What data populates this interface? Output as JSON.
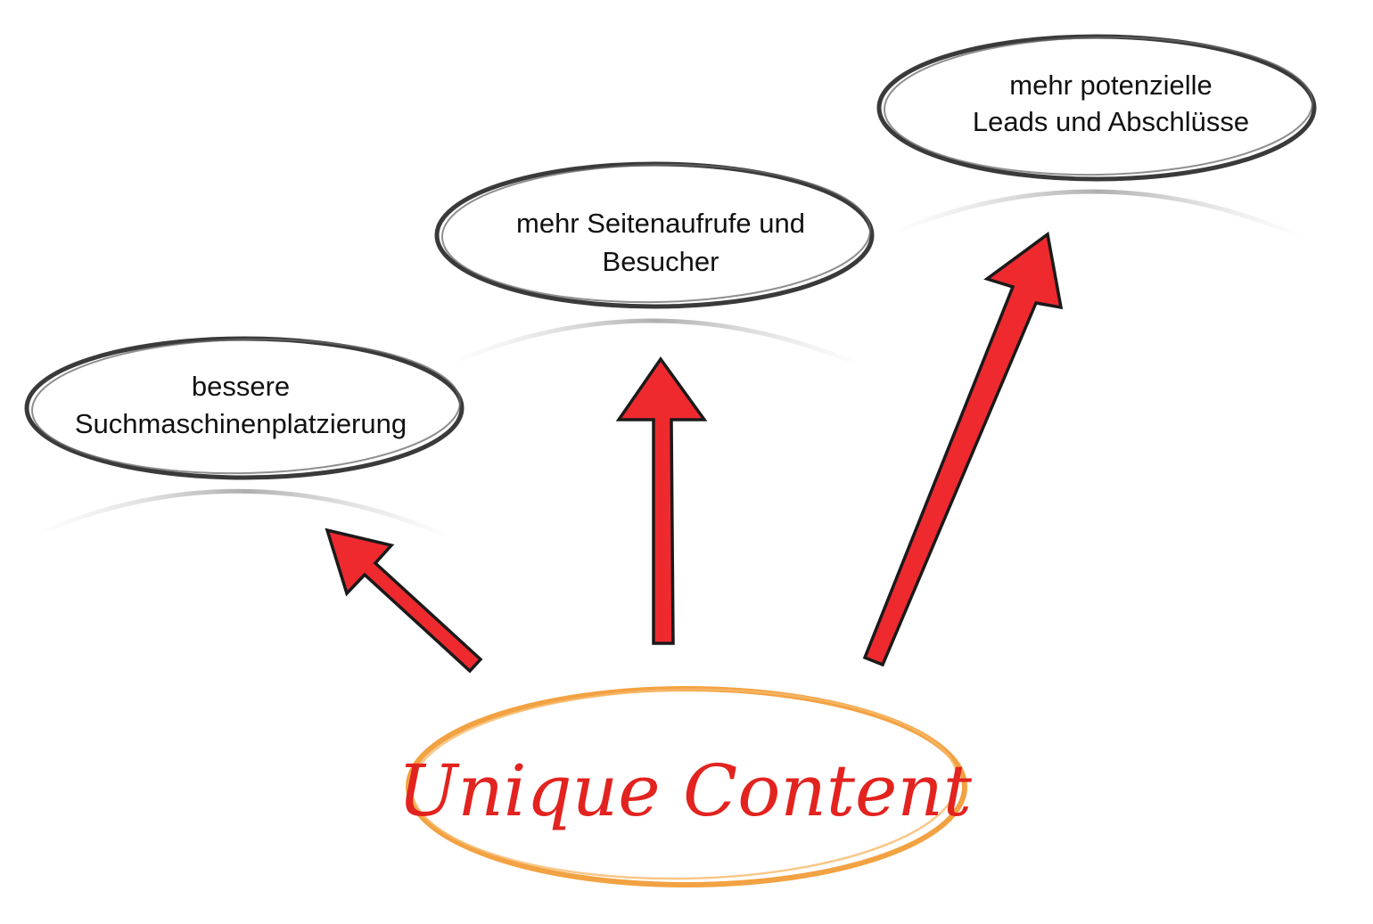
{
  "diagram": {
    "center": {
      "label": "Unique Content"
    },
    "outcomes": [
      {
        "line1": "bessere",
        "line2": "Suchmaschinenplatzierung"
      },
      {
        "line1": "mehr Seitenaufrufe und",
        "line2": "Besucher"
      },
      {
        "line1": "mehr potenzielle",
        "line2": "Leads und Abschlüsse"
      }
    ]
  },
  "colors": {
    "arrow_fill": "#ee2a2f",
    "center_text": "#e2231f",
    "center_outline": "#f2a242",
    "bubble_outline": "#3a3a3a"
  }
}
